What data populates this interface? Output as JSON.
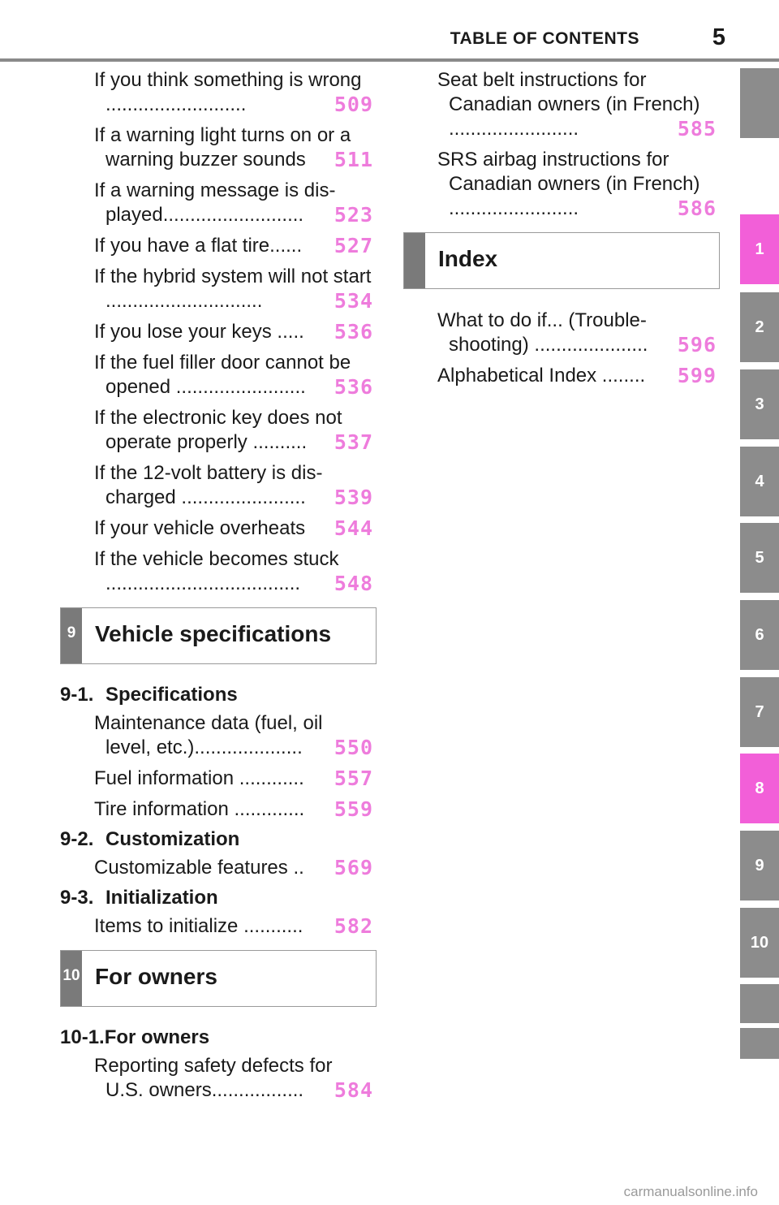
{
  "header": {
    "title": "TABLE OF CONTENTS",
    "page_number": "5"
  },
  "left": {
    "top_entries": [
      {
        "label": "If you think something is wrong ..........................",
        "page": "509"
      },
      {
        "label": "If a warning light turns on or a warning buzzer sounds",
        "page": "511"
      },
      {
        "label": "If a warning message is dis-played..........................",
        "page": "523"
      },
      {
        "label": "If you have a flat tire......",
        "page": "527"
      },
      {
        "label": "If the hybrid system will not start .............................",
        "page": "534"
      },
      {
        "label": "If you lose your keys .....",
        "page": "536"
      },
      {
        "label": "If the fuel filler door cannot be opened ........................",
        "page": "536"
      },
      {
        "label": "If the electronic key does not operate properly ..........",
        "page": "537"
      },
      {
        "label": "If the 12-volt battery is dis-charged .......................",
        "page": "539"
      },
      {
        "label": "If your vehicle overheats",
        "page": "544"
      },
      {
        "label": "If the vehicle becomes stuck ....................................",
        "page": "548"
      }
    ],
    "section9": {
      "number": "9",
      "title": "Vehicle specifications",
      "groups": [
        {
          "num": "9-1.",
          "title": "Specifications",
          "entries": [
            {
              "label": "Maintenance data (fuel, oil level, etc.)....................",
              "page": "550"
            },
            {
              "label": "Fuel information ............",
              "page": "557"
            },
            {
              "label": "Tire information .............",
              "page": "559"
            }
          ]
        },
        {
          "num": "9-2.",
          "title": "Customization",
          "entries": [
            {
              "label": "Customizable features ..",
              "page": "569"
            }
          ]
        },
        {
          "num": "9-3.",
          "title": "Initialization",
          "entries": [
            {
              "label": "Items to initialize ...........",
              "page": "582"
            }
          ]
        }
      ]
    },
    "section10": {
      "number": "10",
      "title": "For owners",
      "group": {
        "num": "10-1.",
        "title": "For owners"
      },
      "entries": [
        {
          "label": "Reporting safety defects for U.S. owners.................",
          "page": "584"
        }
      ]
    }
  },
  "right": {
    "top_entries": [
      {
        "label": "Seat belt instructions for Canadian owners (in French) ........................",
        "page": "585"
      },
      {
        "label": "SRS airbag instructions for Canadian owners (in French) ........................",
        "page": "586"
      }
    ],
    "index_section": {
      "title": "Index"
    },
    "index_entries": [
      {
        "label": "What to do if... (Trouble-shooting) .....................",
        "page": "596"
      },
      {
        "label": "Alphabetical Index ........",
        "page": "599"
      }
    ]
  },
  "tabs": [
    "1",
    "2",
    "3",
    "4",
    "5",
    "6",
    "7",
    "8",
    "9",
    "10",
    ""
  ],
  "active_tabs": [
    "1",
    "8"
  ],
  "colors": {
    "accent": "#ee7cdc",
    "tab_active": "#f25fd8",
    "tab_inactive": "#8c8c8c"
  },
  "watermark": "carmanualsonline.info"
}
